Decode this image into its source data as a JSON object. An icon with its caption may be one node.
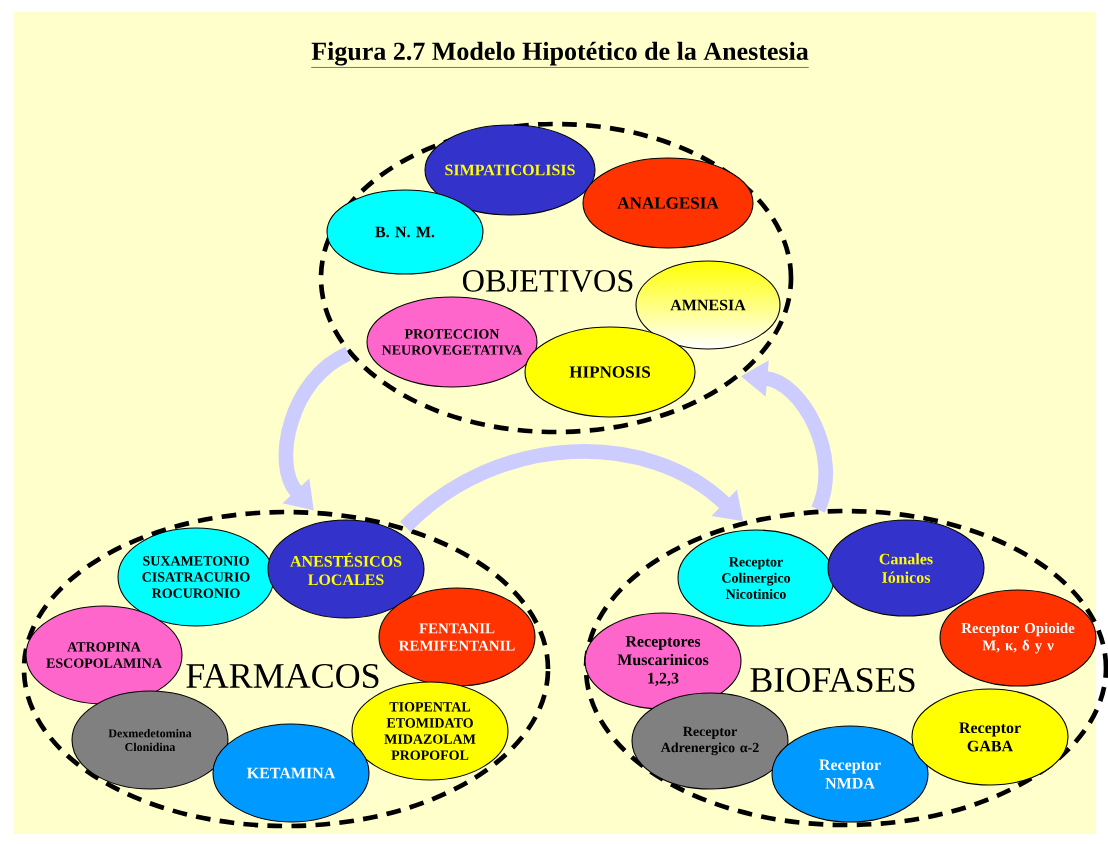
{
  "diagram": {
    "title": "Figura 2.7   Modelo Hipotético de la Anestesia",
    "nodes": [
      {
        "text": [
          "OBJETIVOS"
        ]
      },
      {
        "text": [
          "SIMPATICOLISIS"
        ],
        "in": 0
      },
      {
        "text": [
          "ANALGESIA"
        ],
        "in": 0
      },
      {
        "text": [
          "B. N. M."
        ],
        "in": 0
      },
      {
        "text": [
          "AMNESIA"
        ],
        "in": 0
      },
      {
        "text": [
          "PROTECCION NEUROVEGETATIVA"
        ],
        "in": 0
      },
      {
        "text": [
          "HIPNOSIS"
        ],
        "in": 0
      },
      {
        "text": [
          "FARMACOS"
        ]
      },
      {
        "text": [
          "SUXAMETONIO CISATRACURIO ROCURONIO"
        ],
        "in": 7
      },
      {
        "text": [
          "ANESTÉSICOS LOCALES"
        ],
        "in": 7
      },
      {
        "text": [
          "ATROPINA ESCOPOLAMINA"
        ],
        "in": 7
      },
      {
        "text": [
          "FENTANIL REMIFENTANIL"
        ],
        "in": 7
      },
      {
        "text": [
          "TIOPENTAL ETOMIDATO MIDAZOLAM PROPOFOL"
        ],
        "in": 7
      },
      {
        "text": [
          "Dexmedetomina Clonidina"
        ],
        "in": 7
      },
      {
        "text": [
          "KETAMINA"
        ],
        "in": 7
      },
      {
        "text": [
          "BIOFASES"
        ]
      },
      {
        "text": [
          "Receptor Colinergico Nicotinico"
        ],
        "in": 15
      },
      {
        "text": [
          "Canales Iónicos"
        ],
        "in": 15
      },
      {
        "text": [
          "Receptores Muscarinicos 1,2,3"
        ],
        "in": 15
      },
      {
        "text": [
          "Receptor Opioide Μ, κ, δ y  ν"
        ],
        "in": 15
      },
      {
        "text": [
          "Receptor Adrenergico α-2"
        ],
        "in": 15
      },
      {
        "text": [
          "Receptor NMDA"
        ],
        "in": 15
      },
      {
        "text": [
          "Receptor GABA"
        ],
        "in": 15
      }
    ],
    "edges": [
      {
        "from": 0,
        "to": 7,
        "arrow": "to"
      },
      {
        "from": 7,
        "to": 15,
        "arrow": "to"
      },
      {
        "from": 15,
        "to": 0,
        "arrow": "to"
      }
    ]
  }
}
